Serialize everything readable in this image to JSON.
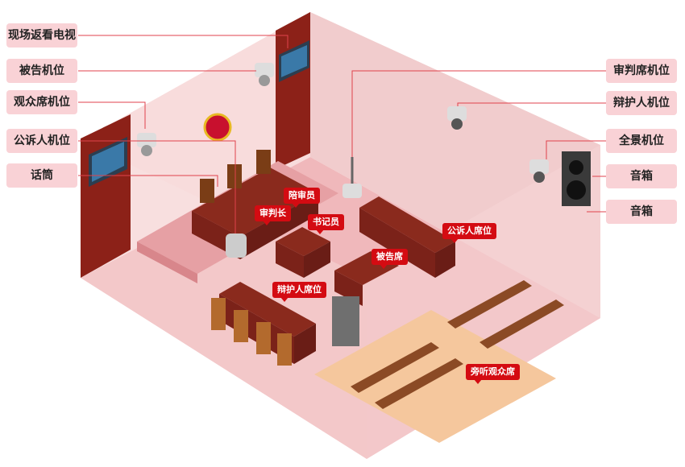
{
  "left_callouts": [
    {
      "id": "tv",
      "label": "现场返看电视"
    },
    {
      "id": "defendant_cam",
      "label": "被告机位"
    },
    {
      "id": "audience_cam",
      "label": "观众席机位"
    },
    {
      "id": "prosecutor_cam",
      "label": "公诉人机位"
    },
    {
      "id": "microphone",
      "label": "话筒"
    }
  ],
  "right_callouts": [
    {
      "id": "judge_cam",
      "label": "审判席机位"
    },
    {
      "id": "defender_cam",
      "label": "辩护人机位"
    },
    {
      "id": "panorama_cam",
      "label": "全景机位"
    },
    {
      "id": "speaker_1",
      "label": "音箱"
    },
    {
      "id": "speaker_2",
      "label": "音箱"
    }
  ],
  "seat_tags": [
    {
      "id": "juror",
      "label": "陪审员"
    },
    {
      "id": "chief_judge",
      "label": "审判长"
    },
    {
      "id": "clerk",
      "label": "书记员"
    },
    {
      "id": "prosecutor_seat",
      "label": "公诉人席位"
    },
    {
      "id": "defendant_seat",
      "label": "被告席"
    },
    {
      "id": "defender_seat",
      "label": "辩护人席位"
    },
    {
      "id": "gallery",
      "label": "旁听观众席"
    }
  ],
  "colors": {
    "callout_bg": "#f9d2d6",
    "tag_bg": "#d40b12",
    "leader_line": "#e0424c",
    "wall_pink": "#f3c6c8",
    "wood_red": "#7b2219",
    "wood_brown": "#8b4a25"
  }
}
